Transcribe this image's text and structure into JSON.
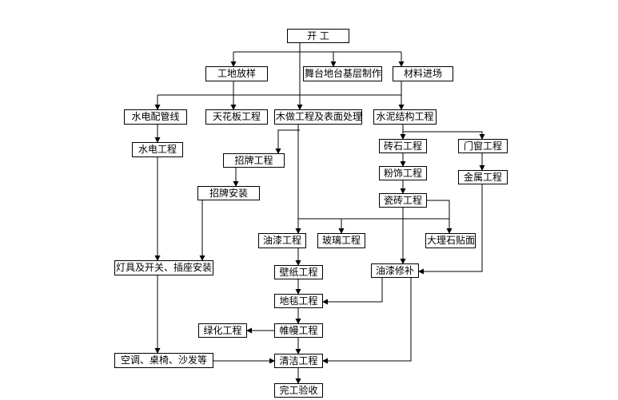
{
  "diagram": {
    "nodes": {
      "start": "开 工",
      "site_layout": "工地放样",
      "stage_base": "舞台地台基层制作",
      "materials": "材料进场",
      "plumbing_conduit": "水电配管线",
      "ceiling": "天花板工程",
      "woodwork": "木做工程及表面处理",
      "cement": "水泥结构工程",
      "electrical": "水电工程",
      "masonry": "砖石工程",
      "doors_windows": "门窗工程",
      "signboard": "招牌工程",
      "plastering": "粉饰工程",
      "metal": "金属工程",
      "sign_install": "招牌安装",
      "tiling": "瓷砖工程",
      "painting": "油漆工程",
      "glass": "玻璃工程",
      "marble": "大理石贴面",
      "lighting": "灯具及开关、插座安装",
      "paint_touchup": "油漆修补",
      "wallpaper": "壁纸工程",
      "carpet": "地毯工程",
      "greening": "绿化工程",
      "drapery": "帷幔工程",
      "furniture": "空调、桌椅、沙发等",
      "cleaning": "清洁工程",
      "acceptance": "完工验收"
    }
  }
}
